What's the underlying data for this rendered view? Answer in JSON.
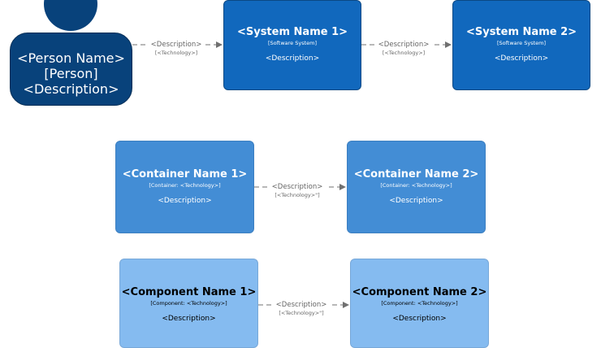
{
  "person": {
    "name": "<Person Name>",
    "type": "[Person]",
    "description": "<Description>"
  },
  "systems": [
    {
      "name": "<System Name 1>",
      "type": "[Software System]",
      "description": "<Description>"
    },
    {
      "name": "<System Name 2>",
      "type": "[Software System]",
      "description": "<Description>"
    }
  ],
  "containers": [
    {
      "name": "<Container Name 1>",
      "type": "[Container: <Technology>]",
      "description": "<Description>"
    },
    {
      "name": "<Container Name 2>",
      "type": "[Container: <Technology>]",
      "description": "<Description>"
    }
  ],
  "components": [
    {
      "name": "<Component Name 1>",
      "type": "[Component: <Technology>]",
      "description": "<Description>"
    },
    {
      "name": "<Component Name 2>",
      "type": "[Component: <Technology>]",
      "description": "<Description>"
    }
  ],
  "relationships": [
    {
      "description": "<Description>",
      "technology": "[<Technology>]"
    },
    {
      "description": "<Description>",
      "technology": "[<Technology>]"
    },
    {
      "description": "<Description>",
      "technology": "[<Technology>\"]"
    },
    {
      "description": "<Description>",
      "technology": "[<Technology>\"]"
    }
  ],
  "colors": {
    "person": "#08427b",
    "system": "#1168bd",
    "container": "#438dd5",
    "component": "#85bbf0",
    "relationship": "#707070"
  }
}
